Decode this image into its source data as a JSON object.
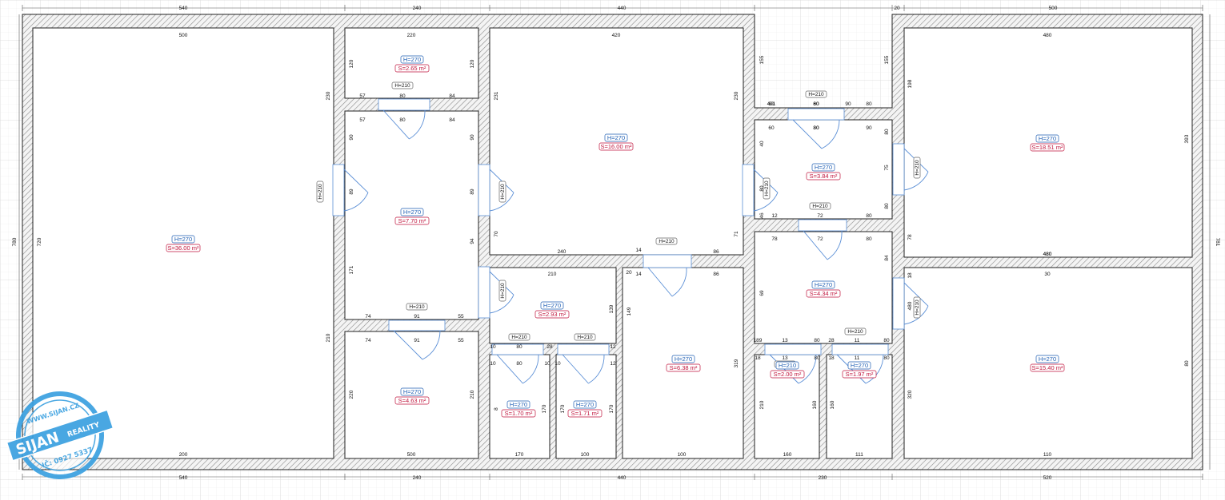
{
  "colors": {
    "wall_hatch": "#8a8a8a",
    "grid": "#e2e2e2",
    "height_label": "#1f5fb4",
    "area_label": "#c0143c",
    "door": "#5b8fd6",
    "logo": "#3aa0e0"
  },
  "rooms": [
    {
      "id": "r1",
      "height": "H=270",
      "area": "S=36.00 m²"
    },
    {
      "id": "r2",
      "height": "H=270",
      "area": "S=2.65 m²"
    },
    {
      "id": "r3",
      "height": "H=270",
      "area": "S=7.70 m²"
    },
    {
      "id": "r4",
      "height": "H=270",
      "area": "S=4.63 m²"
    },
    {
      "id": "r5",
      "height": "H=270",
      "area": "S=16.00 m²"
    },
    {
      "id": "r6",
      "height": "H=270",
      "area": "S=2.93 m²"
    },
    {
      "id": "r7",
      "height": "H=270",
      "area": "S=1.70 m²"
    },
    {
      "id": "r8",
      "height": "H=270",
      "area": "S=1.71 m²"
    },
    {
      "id": "r9",
      "height": "H=270",
      "area": "S=6.38 m²"
    },
    {
      "id": "r10",
      "height": "H=270",
      "area": "S=3.84 m²"
    },
    {
      "id": "r11",
      "height": "H=270",
      "area": "S=4.34 m²"
    },
    {
      "id": "r12",
      "height": "H=210",
      "area": "S=2.00 m²"
    },
    {
      "id": "r13",
      "height": "H=270",
      "area": "S=1.97 m²"
    },
    {
      "id": "r14",
      "height": "H=270",
      "area": "S=18.51 m²"
    },
    {
      "id": "r15",
      "height": "H=270",
      "area": "S=15.40 m²"
    }
  ],
  "doors": [
    "H=210",
    "H=210",
    "H=210",
    "H=210",
    "H=210",
    "H=210",
    "H=210",
    "H=210",
    "H=210",
    "H=210",
    "H=210",
    "H=210",
    "H=210",
    "H=210",
    "H=210",
    "H=210",
    "H=210"
  ],
  "dimensions": {
    "top": [
      "540",
      "240",
      "440",
      "20",
      "500"
    ],
    "bottom": [
      "540",
      "240",
      "440",
      "230",
      "520"
    ],
    "left": "780",
    "right": "781",
    "inner": [
      "500",
      "220",
      "420",
      "480",
      "720",
      "120",
      "120",
      "230",
      "231",
      "230",
      "155",
      "155",
      "198",
      "393",
      "57",
      "80",
      "84",
      "57",
      "80",
      "84",
      "90",
      "90",
      "89",
      "89",
      "60",
      "60",
      "80",
      "80",
      "70",
      "71",
      "171",
      "94",
      "240",
      "86",
      "14",
      "14",
      "20",
      "86",
      "210",
      "74",
      "91",
      "55",
      "74",
      "91",
      "55",
      "139",
      "149",
      "319",
      "10",
      "80",
      "28",
      "12",
      "10",
      "80",
      "10",
      "12",
      "10",
      "8",
      "170",
      "170",
      "170",
      "170",
      "100",
      "100",
      "200",
      "500",
      "220",
      "210",
      "210",
      "401",
      "60",
      "90",
      "80",
      "80",
      "90",
      "80",
      "40",
      "75",
      "80",
      "80",
      "46",
      "12",
      "72",
      "80",
      "78",
      "72",
      "80",
      "78",
      "84",
      "69",
      "189",
      "13",
      "80",
      "28",
      "11",
      "80",
      "18",
      "13",
      "80",
      "18",
      "11",
      "80",
      "18",
      "30",
      "480",
      "480",
      "80",
      "320",
      "210",
      "160",
      "160",
      "160",
      "111",
      "110",
      "480",
      "480"
    ]
  },
  "watermark": {
    "url": "WWW.SIJAN.CZ",
    "brand": "SIJAN",
    "tag": "REALITY",
    "ico": "IČ: 0927 5337"
  }
}
